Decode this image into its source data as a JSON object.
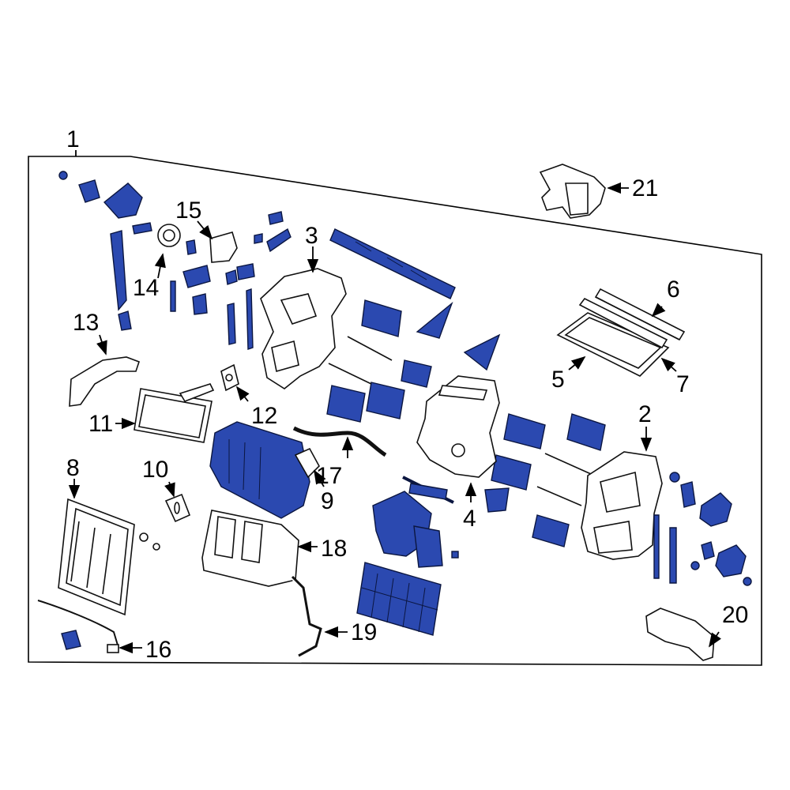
{
  "colors": {
    "highlight": "#2b49b0",
    "outline": "#000000",
    "background": "#ffffff"
  },
  "callouts": {
    "c1": "1",
    "c2": "2",
    "c3": "3",
    "c4": "4",
    "c5": "5",
    "c6": "6",
    "c7": "7",
    "c8": "8",
    "c9": "9",
    "c10": "10",
    "c11": "11",
    "c12": "12",
    "c13": "13",
    "c14": "14",
    "c15": "15",
    "c16": "16",
    "c17": "17",
    "c18": "18",
    "c19": "19",
    "c20": "20",
    "c21": "21"
  }
}
